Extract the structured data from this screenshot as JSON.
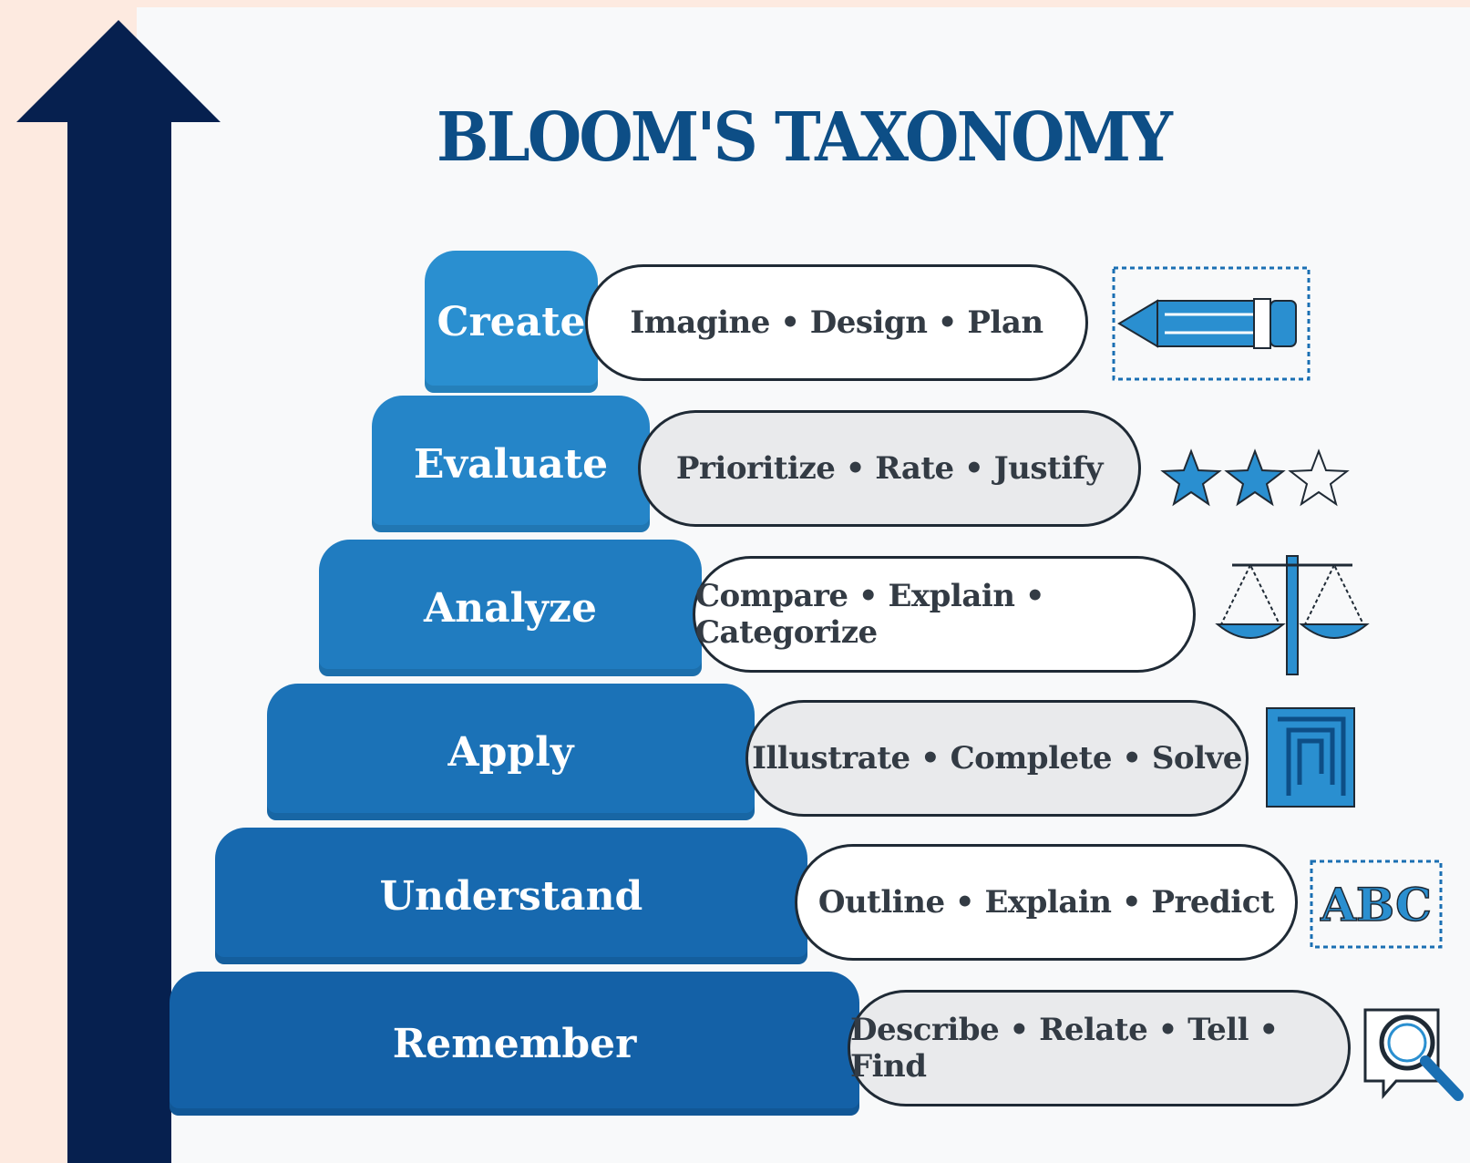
{
  "title": "BLOOM'S TAXONOMY",
  "levels": [
    {
      "label": "Create",
      "verbs": "Imagine • Design • Plan",
      "icon": "pencil-icon",
      "color": "#2a8fd0"
    },
    {
      "label": "Evaluate",
      "verbs": "Prioritize • Rate • Justify",
      "icon": "stars-icon",
      "color": "#2585c8"
    },
    {
      "label": "Analyze",
      "verbs": "Compare • Explain • Categorize",
      "icon": "scales-icon",
      "color": "#207cc0"
    },
    {
      "label": "Apply",
      "verbs": "Illustrate • Complete • Solve",
      "icon": "maze-icon",
      "color": "#1b72b7"
    },
    {
      "label": "Understand",
      "verbs": "Outline • Explain • Predict",
      "icon": "abc-icon",
      "color": "#1769af"
    },
    {
      "label": "Remember",
      "verbs": "Describe • Relate • Tell • Find",
      "icon": "search-icon",
      "color": "#1461a7"
    }
  ],
  "icon_text": {
    "abc": "ABC"
  },
  "colors": {
    "arrow": "#06204f",
    "background": "#fdeae0",
    "title": "#0d4e86",
    "icon": "#1a6fb3"
  }
}
